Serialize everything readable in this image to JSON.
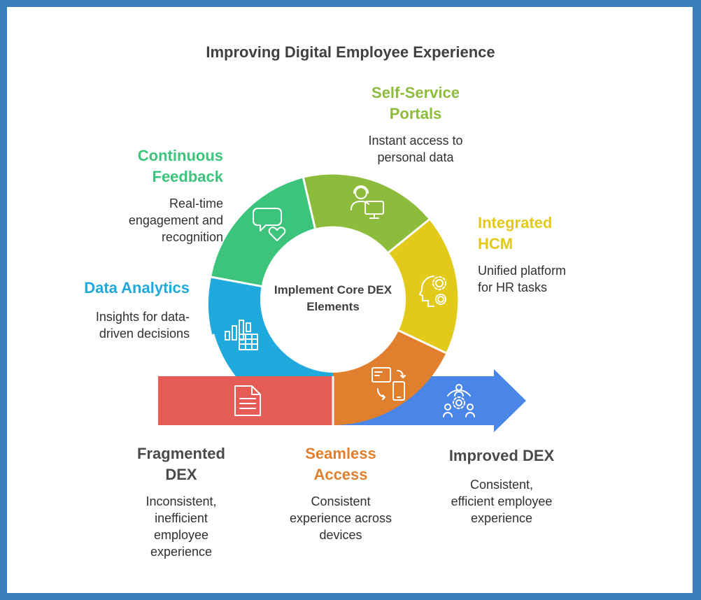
{
  "title": "Improving Digital Employee Experience",
  "center": {
    "line1": "Implement Core DEX",
    "line2": "Elements"
  },
  "segments": {
    "self_service": {
      "title1": "Self-Service",
      "title2": "Portals",
      "desc1": "Instant access to",
      "desc2": "personal data",
      "color": "#8dbc3c",
      "icon": "support-agent-monitor-icon"
    },
    "integrated_hcm": {
      "title1": "Integrated",
      "title2": "HCM",
      "desc1": "Unified platform",
      "desc2": "for HR tasks",
      "color": "#e2c91a",
      "icon": "head-gears-icon"
    },
    "seamless_access": {
      "title1": "Seamless",
      "title2": "Access",
      "desc1": "Consistent",
      "desc2": "experience across",
      "desc3": "devices",
      "color": "#e07f2e",
      "icon": "device-sync-icon"
    },
    "data_analytics": {
      "title1": "Data Analytics",
      "desc1": "Insights for data-",
      "desc2": "driven decisions",
      "color": "#1fa9dc",
      "icon": "bar-chart-table-icon"
    },
    "continuous_feedback": {
      "title1": "Continuous",
      "title2": "Feedback",
      "desc1": "Real-time",
      "desc2": "engagement and",
      "desc3": "recognition",
      "color": "#3cc47c",
      "icon": "chat-heart-icon"
    }
  },
  "start": {
    "title1": "Fragmented",
    "title2": "DEX",
    "desc1": "Inconsistent,",
    "desc2": "inefficient",
    "desc3": "employee",
    "desc4": "experience",
    "color": "#e55b55",
    "icon": "document-icon"
  },
  "end": {
    "title1": "Improved DEX",
    "desc1": "Consistent,",
    "desc2": "efficient employee",
    "desc3": "experience",
    "color": "#4a86e8",
    "icon": "team-gear-icon"
  },
  "colors": {
    "border": "#3a7fba",
    "title_text": "#404040",
    "body_text": "#303030"
  }
}
